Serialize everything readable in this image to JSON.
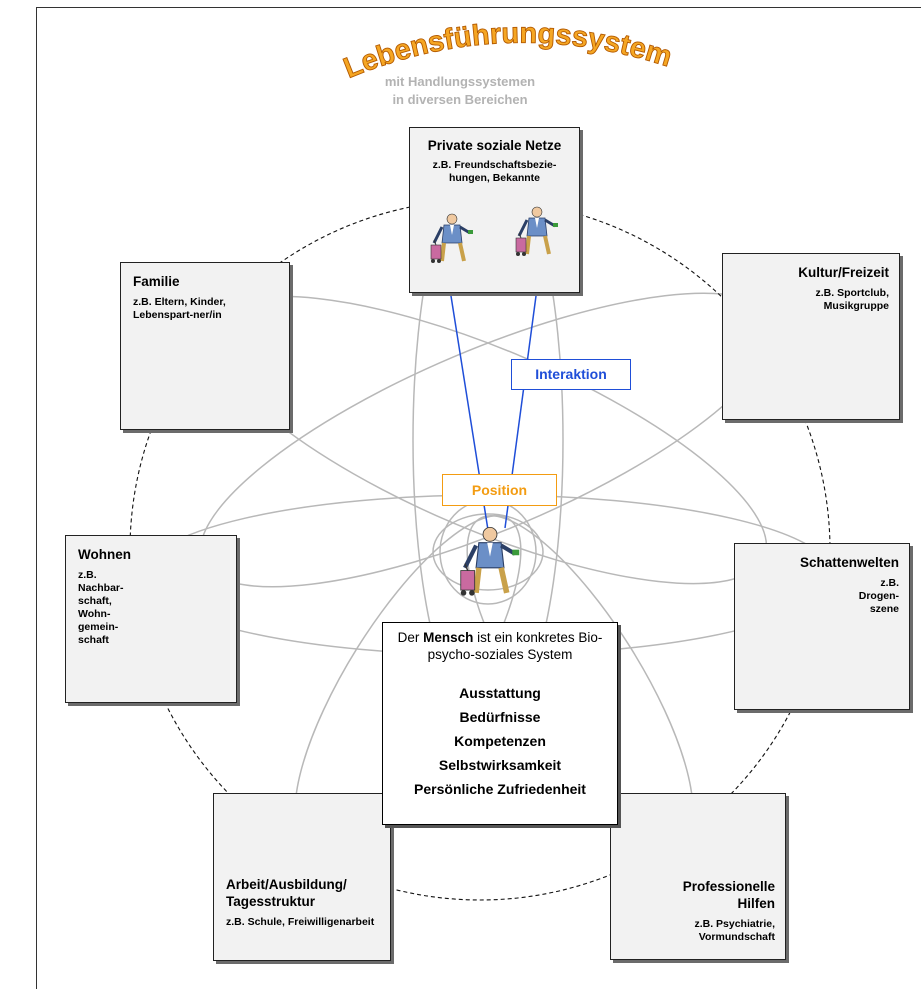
{
  "title": "Lebensführungssystem",
  "subtitle": {
    "line1": "mit Handlungssystemen",
    "line2": "in diversen Bereichen"
  },
  "domains": {
    "private": {
      "title": "Private soziale Netze",
      "example": "z.B. Freundschaftsbezie-hungen, Bekannte"
    },
    "familie": {
      "title": "Familie",
      "example": "z.B. Eltern, Kinder, Lebenspart-ner/in"
    },
    "kultur": {
      "title": "Kultur/Freizeit",
      "example": "z.B. Sportclub, Musikgruppe"
    },
    "wohnen": {
      "title": "Wohnen",
      "example": "z.B. Nachbar-schaft, Wohn-gemein-schaft"
    },
    "schatten": {
      "title": "Schattenwelten",
      "example": "z.B. Drogen-szene"
    },
    "arbeit": {
      "title": "Arbeit/Ausbildung/ Tagesstruktur",
      "example": "z.B. Schule, Freiwilligenarbeit"
    },
    "hilfen": {
      "title": "Professionelle Hilfen",
      "example": "z.B. Psychiatrie, Vormundschaft"
    }
  },
  "labels": {
    "interaktion": "Interaktion",
    "position": "Position"
  },
  "mensch": {
    "pre": "Der ",
    "keyword": "Mensch",
    "post": " ist ein konkretes Bio-psycho-soziales System",
    "attributes": [
      "Ausstattung",
      "Bedürfnisse",
      "Kompetenzen",
      "Selbstwirksamkeit",
      "Persönliche Zufriedenheit"
    ]
  },
  "colors": {
    "title_fill": "#f5a623",
    "title_outline": "#b35900",
    "interaktion": "#1f4ed8",
    "position": "#f39c12",
    "orbit": "#b8b8b8",
    "box_fill": "#f2f2f2"
  },
  "icons": [
    "traveler-icon"
  ]
}
